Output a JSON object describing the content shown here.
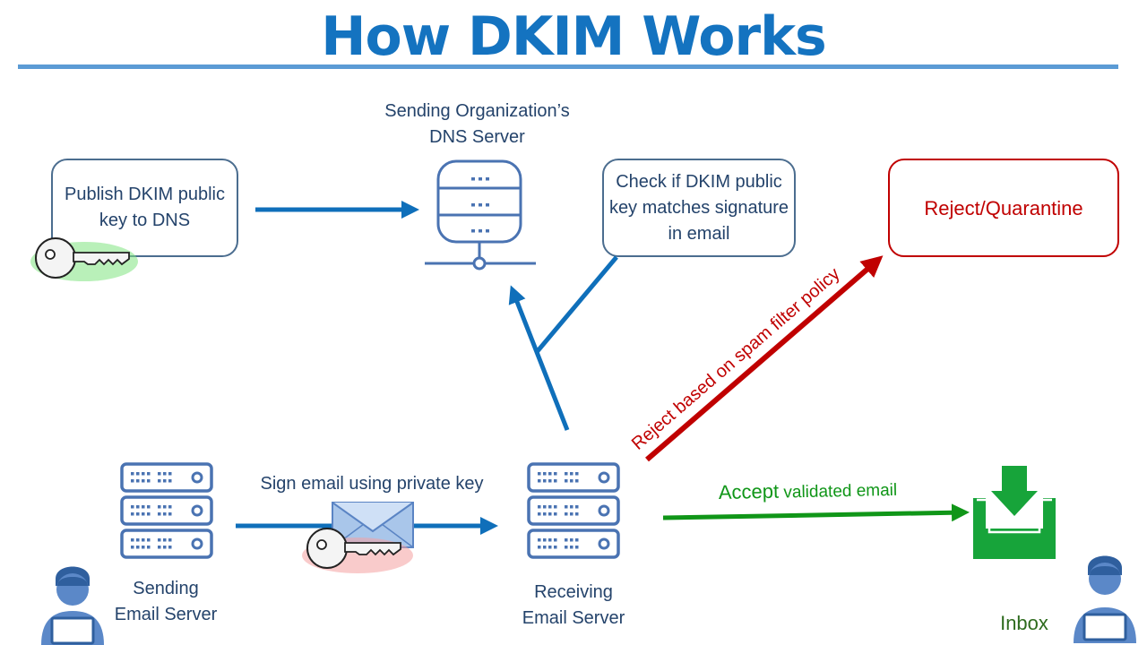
{
  "title": "How DKIM Works",
  "publish_box": "Publish DKIM public key to DNS",
  "dns_server_label_line1": "Sending Organization’s",
  "dns_server_label_line2": "DNS Server",
  "check_box": "Check if DKIM public key matches signature in email",
  "reject_box": "Reject/Quarantine",
  "sign_label": "Sign email using private key",
  "sending_server_line1": "Sending",
  "sending_server_line2": "Email Server",
  "receiving_server_line1": "Receiving",
  "receiving_server_line2": "Email Server",
  "reject_arrow_label": "Reject based on spam filter policy",
  "accept_arrow_label_bold": "Accept",
  "accept_arrow_label_rest": " validated email",
  "inbox_label": "Inbox",
  "colors": {
    "title": "#1473c0",
    "arrow_blue": "#0f6fba",
    "icon_blue": "#4a73b2",
    "reject_red": "#c00000",
    "accept_green": "#109618",
    "text": "#24436b"
  },
  "icons": [
    "key-icon",
    "database-server-icon",
    "rack-server-icon",
    "envelope-icon",
    "inbox-icon",
    "user-laptop-icon"
  ]
}
